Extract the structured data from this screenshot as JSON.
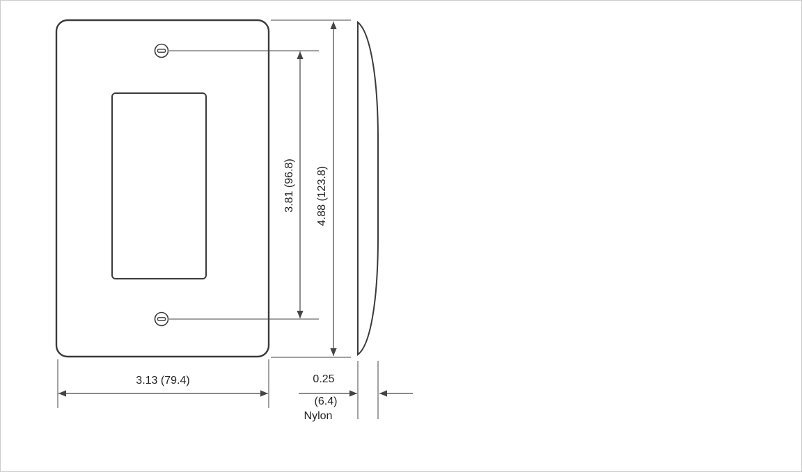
{
  "drawing": {
    "name": "single-gang-decorator-wallplate-dimension-drawing",
    "views": [
      "front",
      "side-profile"
    ],
    "labels": {
      "screw_spacing": "3.81 (96.8)",
      "overall_height": "4.88 (123.8)",
      "overall_width": "3.13 (79.4)",
      "thickness_in": "0.25",
      "thickness_mm": "(6.4)",
      "material": "Nylon"
    },
    "units": "inches (millimeters)",
    "colors": {
      "line": "#3a3a3a",
      "dimension_line": "#444444",
      "text": "#222222",
      "background": "#ffffff"
    }
  }
}
